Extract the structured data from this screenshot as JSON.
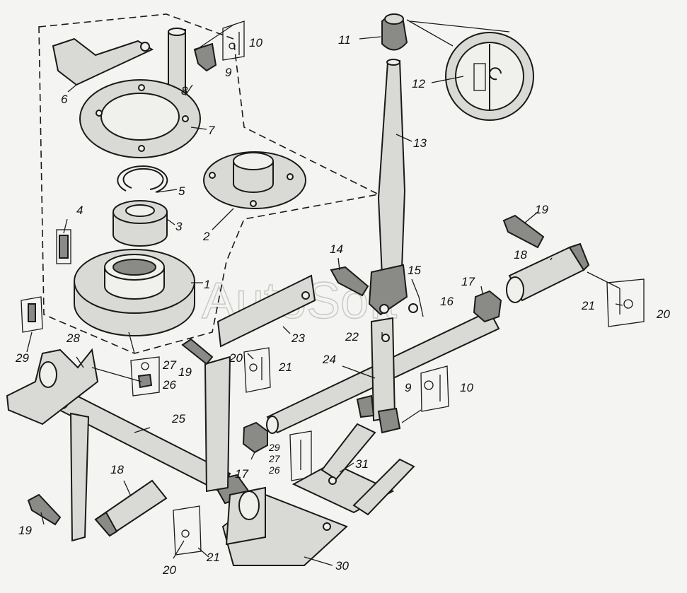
{
  "watermark": "AutoSoft",
  "callouts": [
    "1",
    "2",
    "3",
    "4",
    "5",
    "6",
    "7",
    "8",
    "9",
    "10",
    "11",
    "12",
    "13",
    "14",
    "15",
    "16",
    "17",
    "17",
    "18",
    "18",
    "19",
    "19",
    "19",
    "20",
    "20",
    "20",
    "21",
    "21",
    "21",
    "22",
    "23",
    "24",
    "25",
    "26",
    "26",
    "27",
    "27",
    "28",
    "29",
    "29",
    "9",
    "10",
    "30",
    "31"
  ],
  "colors": {
    "ink": "#1a1a1a",
    "paper": "#f4f4f2",
    "part_fill": "#d9d9d5",
    "shade": "#8a8a86"
  }
}
